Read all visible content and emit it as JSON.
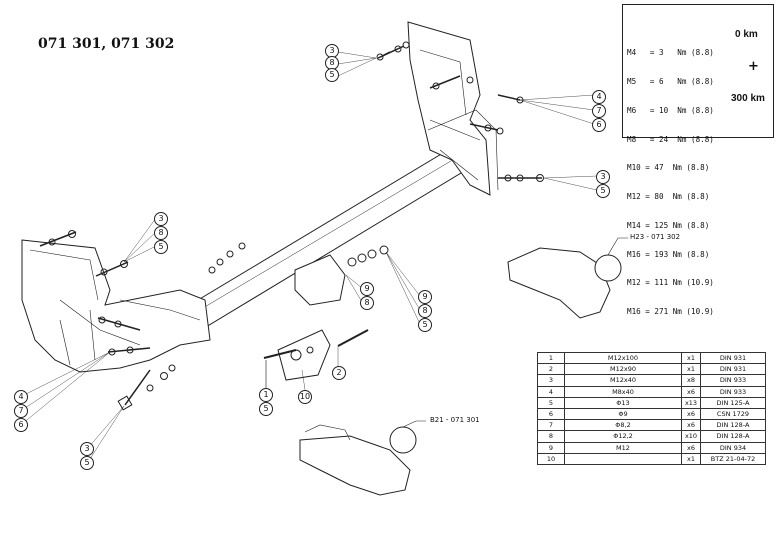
{
  "title": "071 301, 071 302",
  "torque": {
    "rows": [
      "M4   = 3   Nm (8.8)",
      "M5   = 6   Nm (8.8)",
      "M6   = 10  Nm (8.8)",
      "M8   = 24  Nm (8.8)",
      "M10 = 47  Nm (8.8)",
      "M12 = 80  Nm (8.8)",
      "M14 = 125 Nm (8.8)",
      "M16 = 193 Nm (8.8)",
      "M12 = 111 Nm (10.9)",
      "M16 = 271 Nm (10.9)"
    ],
    "km_start": "0 km",
    "plus": "+",
    "km_check": "300 km"
  },
  "labels": {
    "h23": "H23 - 071 302",
    "b21": "B21 - 071 301"
  },
  "callouts": {
    "tl_a": "3",
    "tl_b": "8",
    "tl_c": "5",
    "tr1_a": "4",
    "tr1_b": "7",
    "tr1_c": "6",
    "tr2_a": "3",
    "tr2_b": "5",
    "l_a": "3",
    "l_b": "8",
    "l_c": "5",
    "m_a": "9",
    "m_b": "8",
    "r_a": "9",
    "r_b": "8",
    "r_c": "5",
    "bl_a": "4",
    "bl_b": "7",
    "bl_c": "6",
    "bl2_a": "3",
    "bl2_b": "5",
    "p1_a": "1",
    "p1_b": "5",
    "p10": "10",
    "p2": "2"
  },
  "parts": [
    {
      "no": "1",
      "item": "M12x100",
      "qty": "x1",
      "std": "DIN 931"
    },
    {
      "no": "2",
      "item": "M12x90",
      "qty": "x1",
      "std": "DIN 931"
    },
    {
      "no": "3",
      "item": "M12x40",
      "qty": "x8",
      "std": "DIN 933"
    },
    {
      "no": "4",
      "item": "M8x40",
      "qty": "x6",
      "std": "DIN 933"
    },
    {
      "no": "5",
      "item": "Φ13",
      "qty": "x13",
      "std": "DIN 125-A"
    },
    {
      "no": "6",
      "item": "Φ9",
      "qty": "x6",
      "std": "CSN 1729"
    },
    {
      "no": "7",
      "item": "Φ8,2",
      "qty": "x6",
      "std": "DIN 128-A"
    },
    {
      "no": "8",
      "item": "Φ12,2",
      "qty": "x10",
      "std": "DIN 128-A"
    },
    {
      "no": "9",
      "item": "M12",
      "qty": "x6",
      "std": "DIN 934"
    },
    {
      "no": "10",
      "item": "",
      "qty": "x1",
      "std": "BTZ 21-04-72"
    }
  ]
}
